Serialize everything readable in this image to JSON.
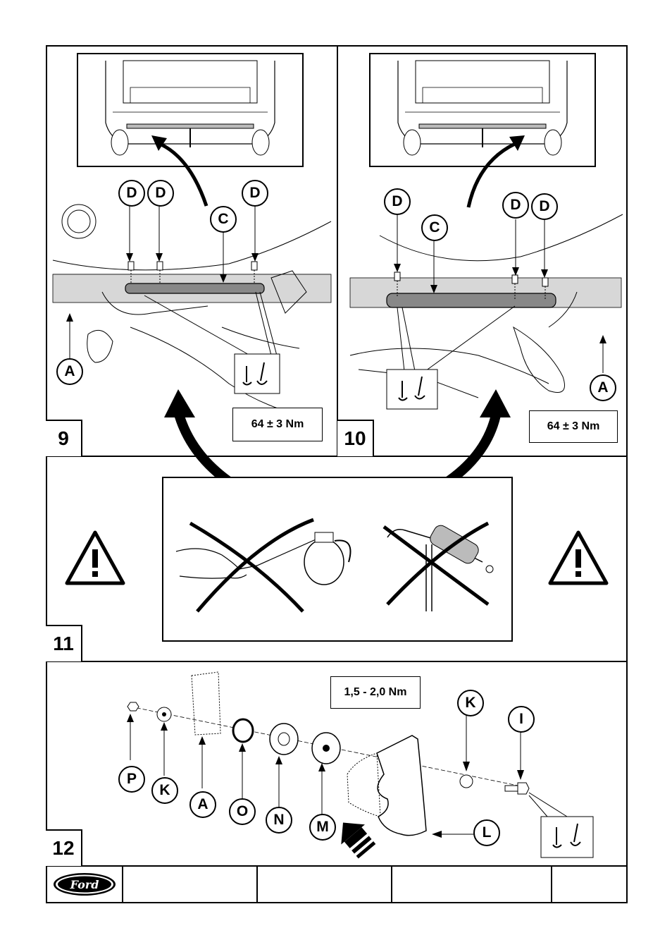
{
  "steps": [
    {
      "number": "9",
      "torque": "64 ± 3 Nm",
      "callouts": [
        "D",
        "D",
        "D",
        "C",
        "A"
      ]
    },
    {
      "number": "10",
      "torque": "64 ± 3 Nm",
      "callouts": [
        "D",
        "D",
        "D",
        "C",
        "A"
      ]
    },
    {
      "number": "11",
      "warning_icon": "warning-triangle-icon"
    },
    {
      "number": "12",
      "torque": "1,5 - 2,0 Nm",
      "callouts": [
        "P",
        "K",
        "A",
        "O",
        "N",
        "M",
        "L",
        "K",
        "I"
      ]
    }
  ],
  "footer": {
    "logo_text": "Ford"
  }
}
